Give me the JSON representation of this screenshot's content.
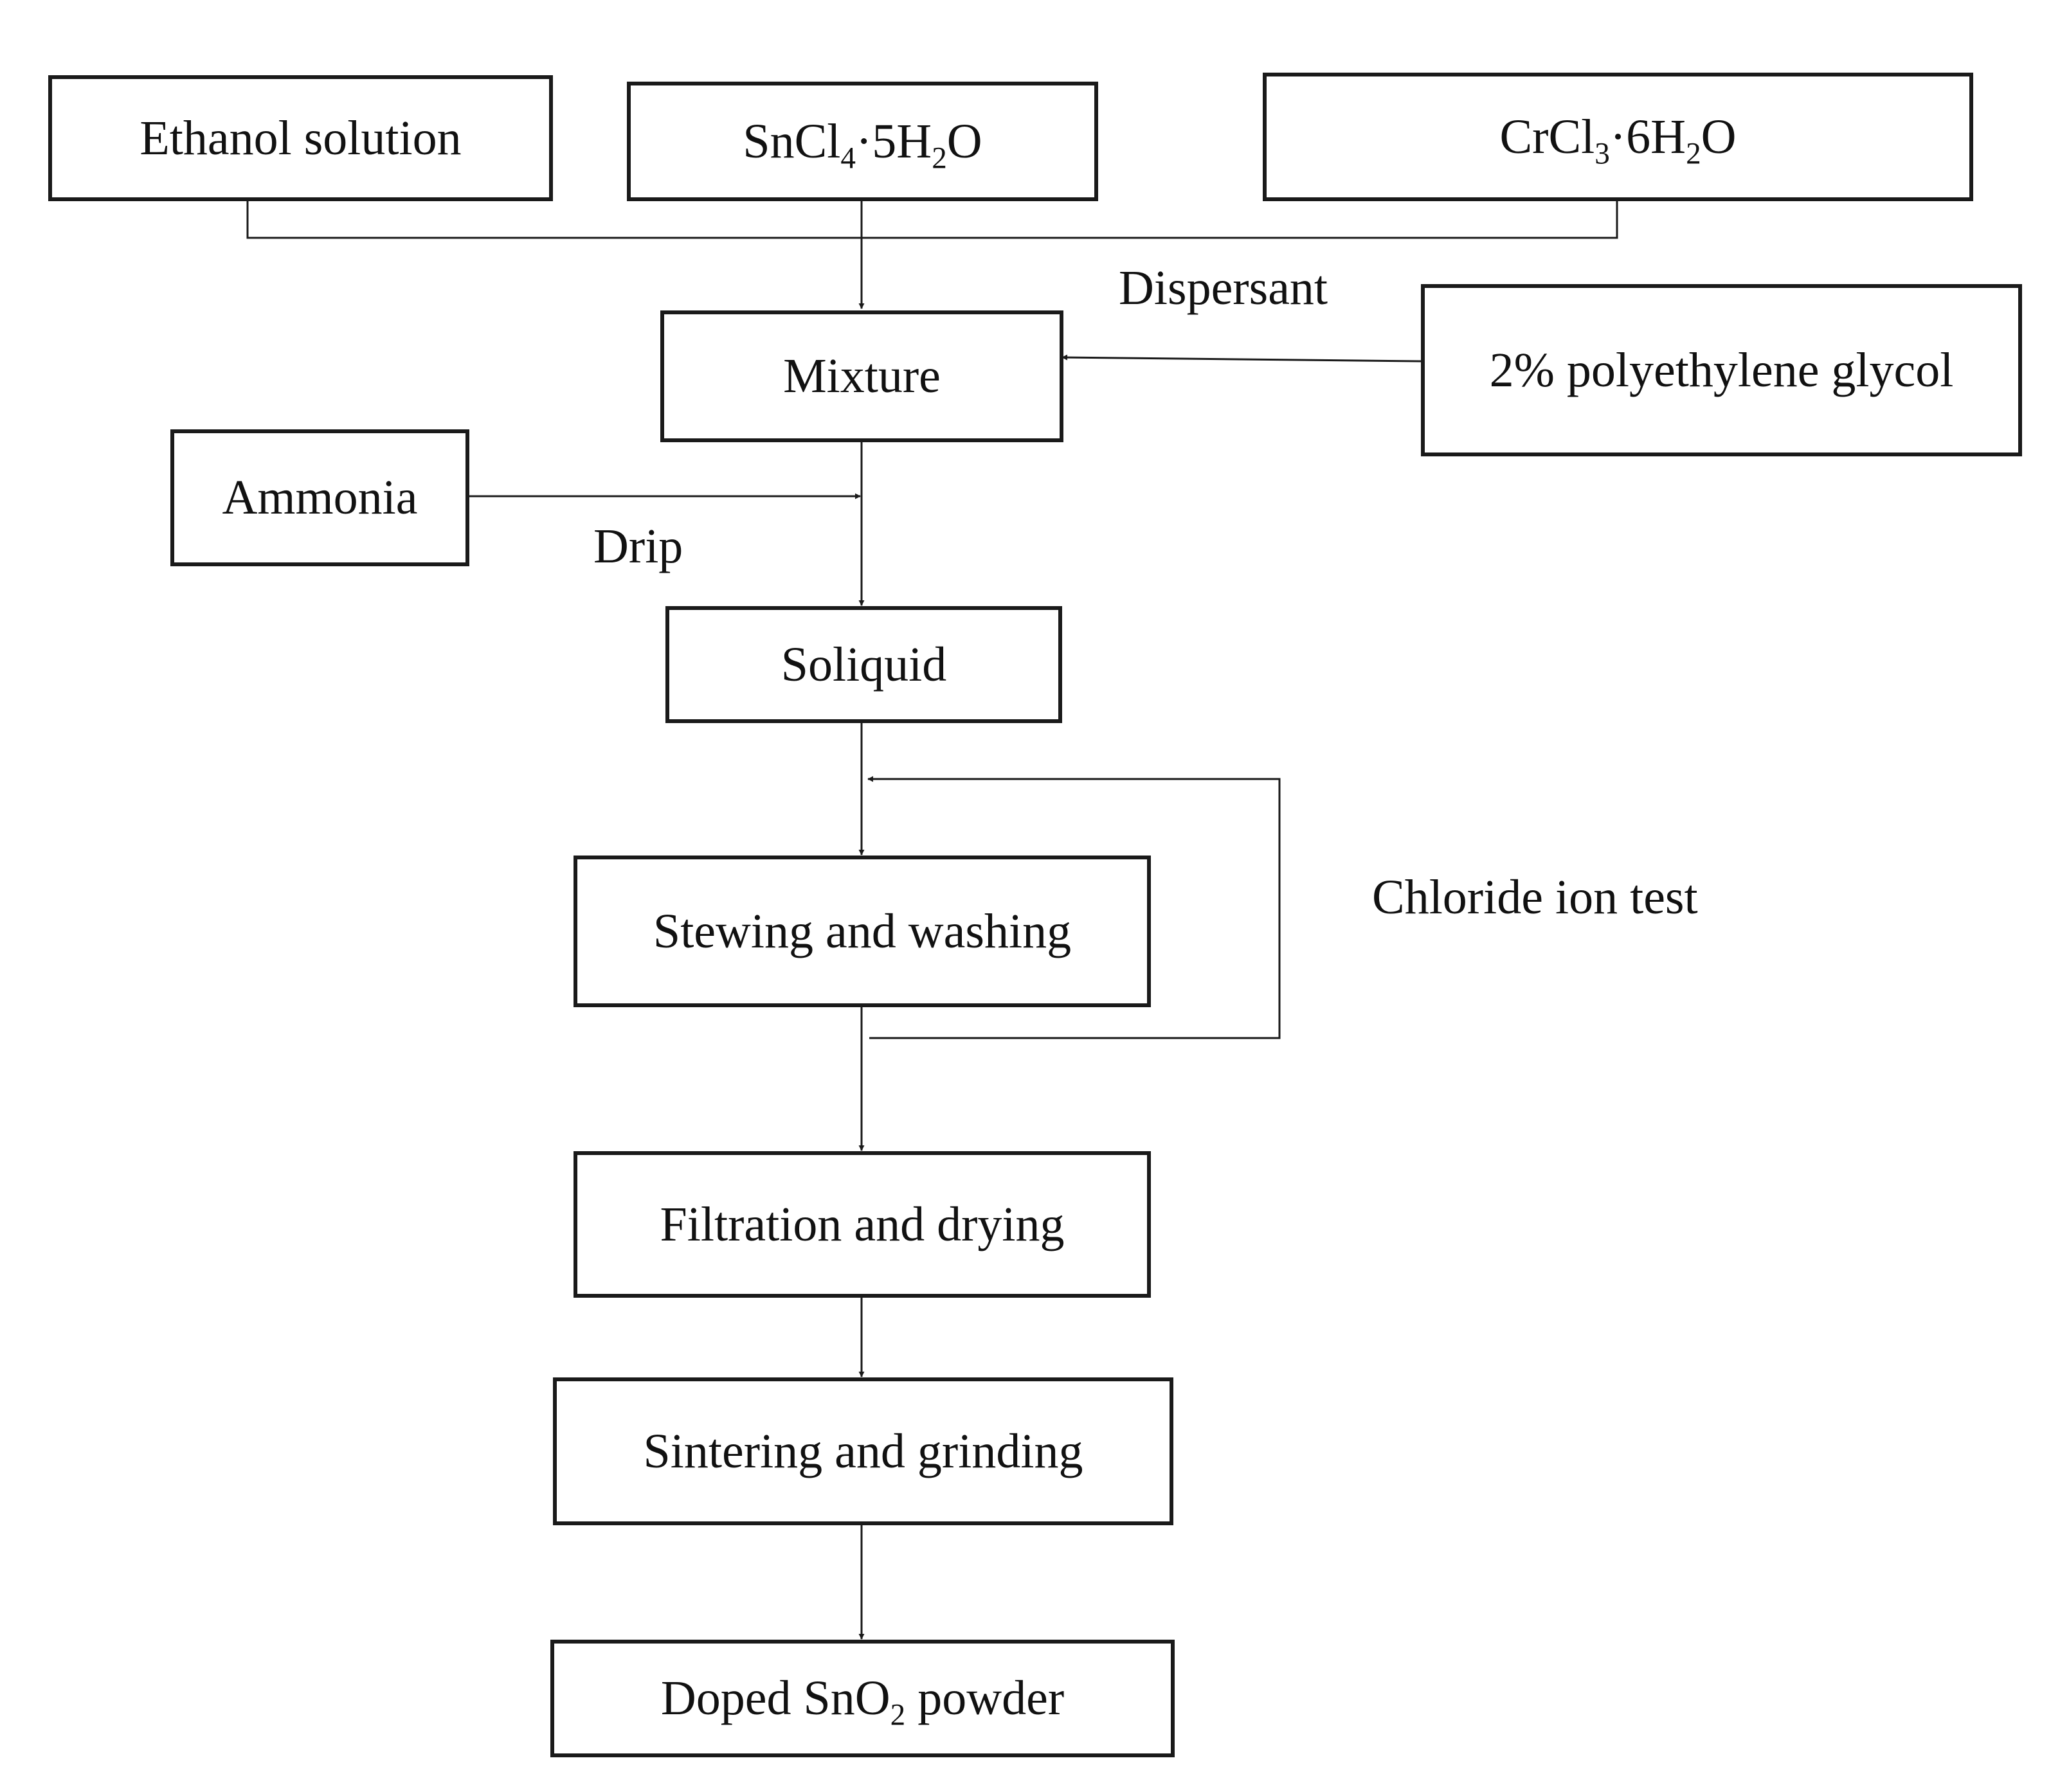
{
  "nodes": {
    "ethanol": "Ethanol solution",
    "sncl4": {
      "pre": "SnCl",
      "sub1": "4",
      "mid": "·5H",
      "sub2": "2",
      "post": "O"
    },
    "crcl3": {
      "pre": "CrCl",
      "sub1": "3",
      "mid": "·6H",
      "sub2": "2",
      "post": "O"
    },
    "mixture": "Mixture",
    "peg": "2% polyethylene glycol",
    "ammonia": "Ammonia",
    "soliquid": "Soliquid",
    "stewing": "Stewing and washing",
    "filtration": "Filtration and drying",
    "sintering": "Sintering and grinding",
    "doped": {
      "pre": "Doped SnO",
      "sub": "2",
      "post": " powder"
    }
  },
  "edge_labels": {
    "dispersant": "Dispersant",
    "drip": "Drip",
    "chloride": "Chloride ion test"
  },
  "colors": {
    "line": "#1a1a1a",
    "background": "#ffffff"
  }
}
